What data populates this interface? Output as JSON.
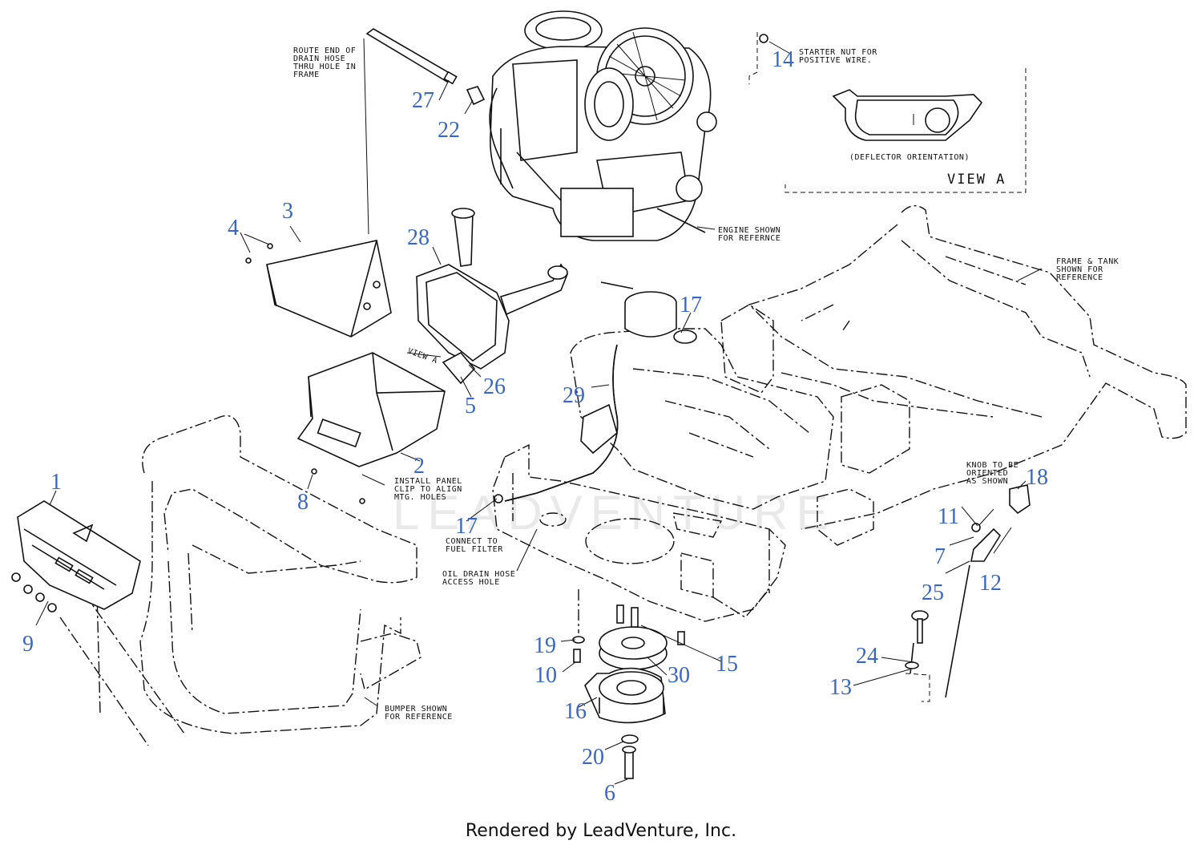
{
  "footer": "Rendered by LeadVenture, Inc.",
  "watermark": "LEADVENTURE",
  "colors": {
    "callout": "#3a66c4",
    "line": "#111111",
    "background": "#ffffff"
  },
  "callouts": {
    "c1": "1",
    "c2": "2",
    "c3": "3",
    "c4": "4",
    "c5": "5",
    "c6": "6",
    "c7": "7",
    "c8": "8",
    "c9": "9",
    "c10": "10",
    "c11": "11",
    "c12": "12",
    "c13": "13",
    "c14": "14",
    "c15": "15",
    "c16": "16",
    "c17a": "17",
    "c17b": "17",
    "c18": "18",
    "c19": "19",
    "c20": "20",
    "c22": "22",
    "c24": "24",
    "c25": "25",
    "c26": "26",
    "c27": "27",
    "c28": "28",
    "c29": "29",
    "c30": "30"
  },
  "notes": {
    "drain_hose": [
      "ROUTE END OF",
      "DRAIN HOSE",
      "THRU HOLE IN",
      "FRAME"
    ],
    "starter_nut": [
      "STARTER NUT FOR",
      "POSITIVE WIRE."
    ],
    "deflector": "(DEFLECTOR ORIENTATION)",
    "view_a": "VIEW A",
    "view_a_arrow": "VIEW A",
    "engine": [
      "ENGINE SHOWN",
      "FOR REFERNCE"
    ],
    "frame_tank": [
      "FRAME & TANK",
      "SHOWN FOR",
      "REFERENCE"
    ],
    "panel_clip": [
      "INSTALL PANEL",
      "CLIP TO ALIGN",
      "MTG. HOLES"
    ],
    "fuel_filter": [
      "CONNECT TO",
      "FUEL FILTER"
    ],
    "oil_drain": [
      "OIL DRAIN HOSE",
      "ACCESS HOLE"
    ],
    "knob": [
      "KNOB TO BE",
      "ORIENTED",
      "AS SHOWN"
    ],
    "bumper": [
      "BUMPER SHOWN",
      "FOR REFERENCE"
    ]
  }
}
